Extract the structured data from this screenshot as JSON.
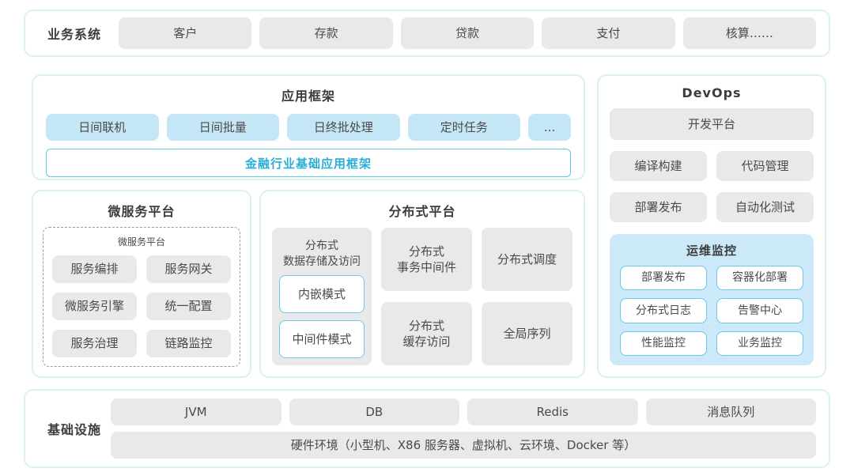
{
  "business_systems": {
    "label": "业务系统",
    "items": [
      "客户",
      "存款",
      "贷款",
      "支付",
      "核算……"
    ]
  },
  "app_framework": {
    "title": "应用框架",
    "items": [
      "日间联机",
      "日间批量",
      "日终批处理",
      "定时任务",
      "..."
    ],
    "base_framework": "金融行业基础应用框架"
  },
  "microservice_platform": {
    "title": "微服务平台",
    "inner_title": "微服务平台",
    "items": [
      "服务编排",
      "服务网关",
      "微服务引擎",
      "统一配置",
      "服务治理",
      "链路监控"
    ]
  },
  "distributed_platform": {
    "title": "分布式平台",
    "storage_group": {
      "label": "分布式\n数据存储及访问",
      "items": [
        "内嵌模式",
        "中间件模式"
      ]
    },
    "items": [
      "分布式\n事务中间件",
      "分布式调度",
      "分布式\n缓存访问",
      "全局序列"
    ]
  },
  "devops": {
    "title": "DevOps",
    "dev_platform": "开发平台",
    "items": [
      "编译构建",
      "代码管理",
      "部署发布",
      "自动化测试"
    ],
    "ops_monitoring": {
      "title": "运维监控",
      "items": [
        "部署发布",
        "容器化部署",
        "分布式日志",
        "告警中心",
        "性能监控",
        "业务监控"
      ]
    }
  },
  "infrastructure": {
    "label": "基础设施",
    "items": [
      "JVM",
      "DB",
      "Redis",
      "消息队列"
    ],
    "hardware": "硬件环境（小型机、X86 服务器、虚拟机、云环境、Docker 等）"
  },
  "colors": {
    "panel_border": "#dcf0f4",
    "gray_block": "#e9e9e9",
    "blue_block": "#c5e6f6",
    "monitor_bg": "#cbe9f8",
    "accent_border": "#6ec8e6",
    "accent_text": "#29aed8",
    "text": "#4a4a4a"
  }
}
